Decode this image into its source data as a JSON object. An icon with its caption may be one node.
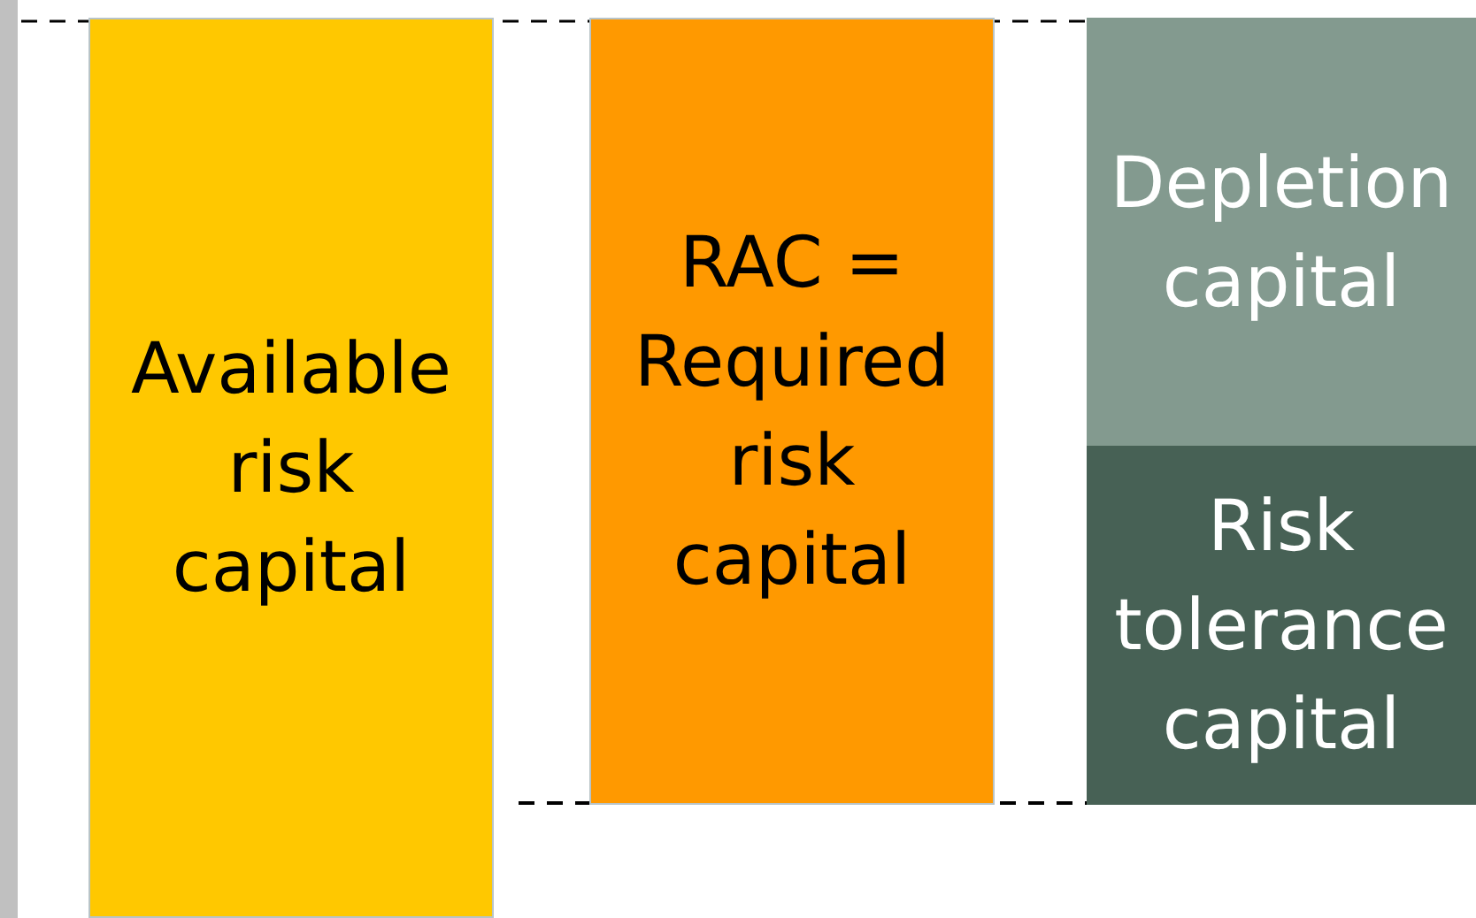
{
  "diagram": {
    "nodes": [
      {
        "text": [
          "Available risk capital"
        ]
      },
      {
        "text": [
          "RAC = Required risk capital"
        ]
      },
      {
        "text": [
          "Depletion capital"
        ]
      },
      {
        "text": [
          "Risk tolerance capital"
        ]
      }
    ]
  }
}
